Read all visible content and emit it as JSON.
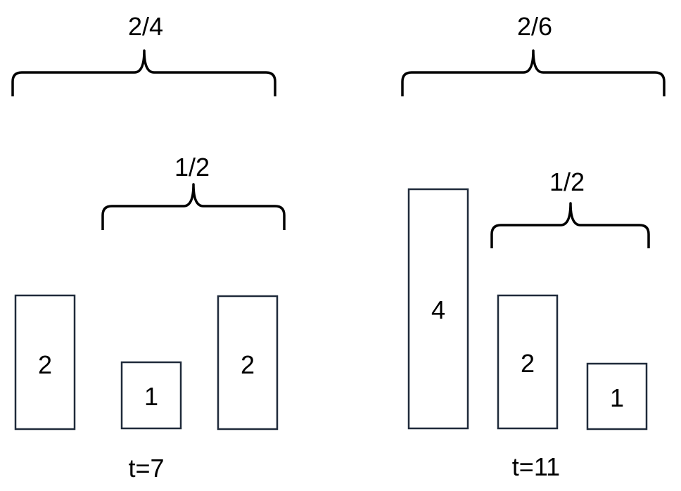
{
  "panels": [
    {
      "outer_fraction": "2/4",
      "inner_fraction": "1/2",
      "bars": [
        "2",
        "1",
        "2"
      ],
      "time_label": "t=7"
    },
    {
      "outer_fraction": "2/6",
      "inner_fraction": "1/2",
      "bars": [
        "4",
        "2",
        "1"
      ],
      "time_label": "t=11"
    }
  ],
  "colors": {
    "box_stroke": "#1f2a3a",
    "brace_stroke": "#000000",
    "text": "#000000"
  }
}
